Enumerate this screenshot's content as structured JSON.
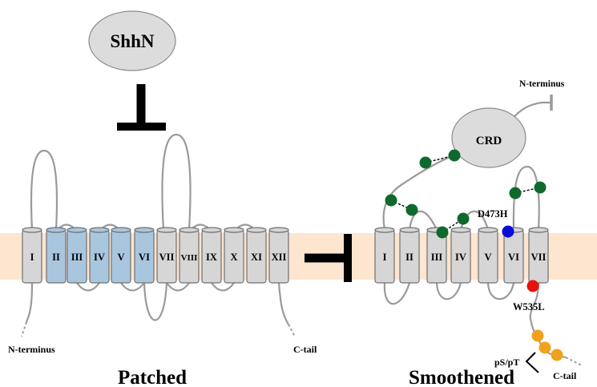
{
  "colors": {
    "membrane": "#fde5cf",
    "helix_gray": "#d6d6d6",
    "helix_blue": "#a9c6df",
    "oval_gray": "#dcdcdc",
    "loop_gray": "#9a9a9a",
    "green_dot": "#0e6a2c",
    "blue_dot": "#0b0bd8",
    "red_dot": "#e8120e",
    "orange_dot": "#f0a21c",
    "d473h_text": "#1a1aa8",
    "w535l_text": "#d11010"
  },
  "ligand": {
    "label": "ShhN"
  },
  "patched": {
    "title": "Patched",
    "helices": [
      "I",
      "II",
      "III",
      "IV",
      "V",
      "VI",
      "VII",
      "VIII",
      "IX",
      "X",
      "XI",
      "XII"
    ],
    "n_terminus": "N-terminus",
    "c_tail": "C-tail"
  },
  "smoothened": {
    "title": "Smoothened",
    "crd": "CRD",
    "helices": [
      "I",
      "II",
      "III",
      "IV",
      "V",
      "VI",
      "VII"
    ],
    "n_terminus": "N-terminus",
    "c_tail": "C-tail",
    "mutation_blue": "D473H",
    "mutation_red": "W535L",
    "phospho": "pS/pT"
  }
}
